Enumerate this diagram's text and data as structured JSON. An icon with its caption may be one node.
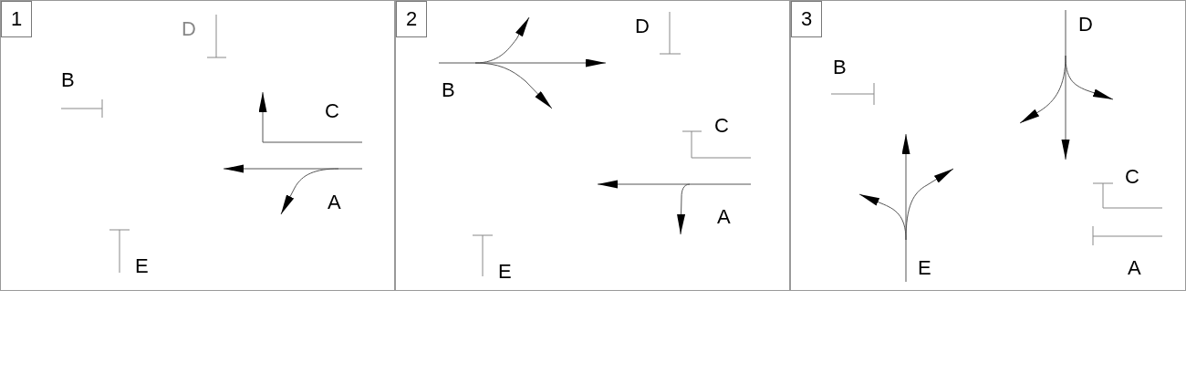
{
  "diagram": {
    "nodes": [
      {
        "text": [],
        "shape": "box"
      },
      {
        "text": [
          "1"
        ],
        "in": 0
      },
      {
        "text": [],
        "shape": "box"
      },
      {
        "text": [
          "2"
        ],
        "in": 2
      },
      {
        "text": [],
        "shape": "box"
      },
      {
        "text": [
          "3"
        ],
        "in": 4
      }
    ],
    "labels": [
      "D",
      "B",
      "C",
      "A",
      "E",
      "D",
      "B",
      "C",
      "A",
      "E",
      "D",
      "B",
      "C",
      "E",
      "A"
    ]
  }
}
